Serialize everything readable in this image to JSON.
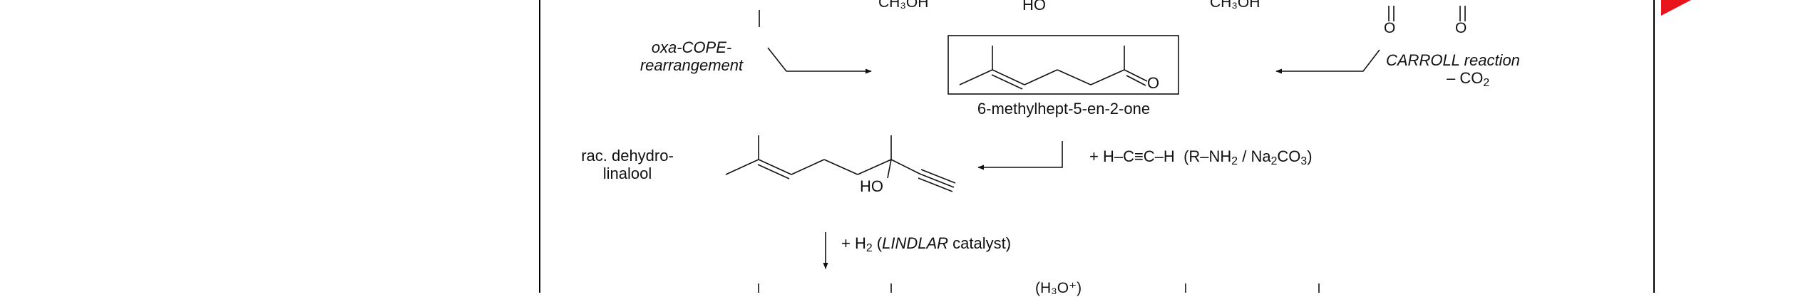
{
  "partial_labels": {
    "top_left": "CH₃OH",
    "top_center": "HO",
    "top_right": "CH₃OH",
    "bottom_center": "(H₃O⁺)"
  },
  "oxa_cope": {
    "line1": "oxa-COPE-",
    "line2": "rearrangement"
  },
  "carroll": {
    "name": "CARROLL",
    "rest": " reaction",
    "co2_prefix": "– CO",
    "co2_sub": "2"
  },
  "center": {
    "name": "6-methylhept-5-en-2-one",
    "carbonyl_o": "O"
  },
  "acetylene": {
    "lead": "+ H–C≡C–H",
    "reagents_open": "(R–NH",
    "nh2_sub": "2",
    "reagents_mid": " / Na",
    "na_sub": "2",
    "reagents_co": "CO",
    "co3_sub": "3",
    "reagents_close": ")"
  },
  "dehydrolinalool": {
    "line1": "rac. dehydro-",
    "line2": "linalool",
    "ho": "HO"
  },
  "lindlar": {
    "prefix": "+ H",
    "h_sub": "2",
    "open": " (",
    "name": "LINDLAR",
    "tail": " catalyst)"
  },
  "ester_oxygens": [
    "O",
    "O"
  ],
  "colors": {
    "ink": "#111111",
    "frame": "#000000",
    "accent": "#e8131b"
  }
}
